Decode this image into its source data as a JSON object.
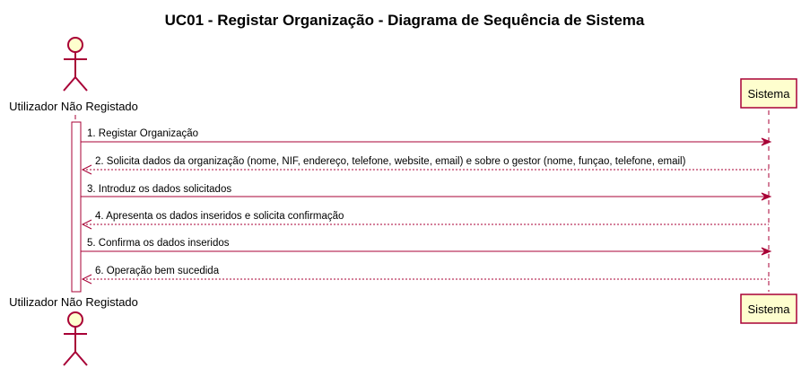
{
  "title": "UC01 - Registar Organização - Diagrama de Sequência de Sistema",
  "participants": {
    "actor": {
      "label": "Utilizador Não Registado",
      "kind": "actor"
    },
    "system": {
      "label": "Sistema",
      "kind": "participant"
    }
  },
  "messages": [
    {
      "label": "1. Registar Organização",
      "direction": "to-system",
      "style": "solid"
    },
    {
      "label": "2. Solicita dados da organização (nome, NIF, endereço, telefone, website, email) e sobre o gestor (nome, funçao, telefone, email)",
      "direction": "to-actor",
      "style": "dashed"
    },
    {
      "label": "3. Introduz os dados solicitados",
      "direction": "to-system",
      "style": "solid"
    },
    {
      "label": "4. Apresenta os dados inseridos e solicita confirmação",
      "direction": "to-actor",
      "style": "dashed"
    },
    {
      "label": "5. Confirma os dados inseridos",
      "direction": "to-system",
      "style": "solid"
    },
    {
      "label": "6. Operação bem sucedida",
      "direction": "to-actor",
      "style": "dashed"
    }
  ],
  "colors": {
    "line": "#A80036",
    "fill": "#FEFECE",
    "text": "#000000"
  }
}
